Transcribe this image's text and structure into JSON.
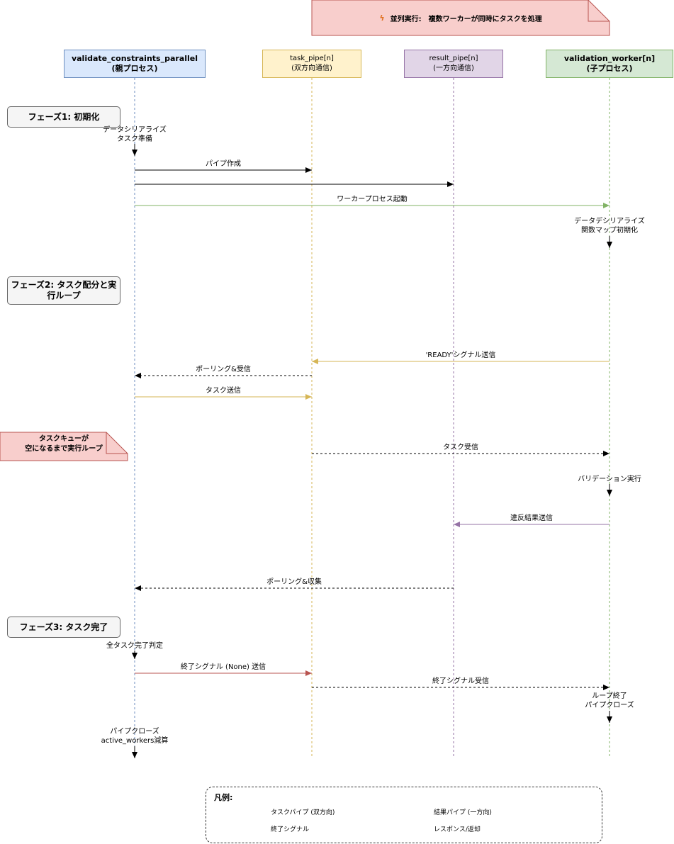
{
  "banner": {
    "icon": "lightning-icon",
    "text": "並列実行:　複数ワーカーが同時にタスクを処理"
  },
  "lifelines": [
    {
      "line1": "validate_constraints_parallel",
      "line2": "(親プロセス)",
      "bold": true,
      "fill": "#dae8fc",
      "stroke": "#6c8ebf"
    },
    {
      "line1": "task_pipe[n]",
      "line2": "(双方向通信)",
      "bold": false,
      "fill": "#fff2cc",
      "stroke": "#d6b656"
    },
    {
      "line1": "result_pipe[n]",
      "line2": "(一方向通信)",
      "bold": false,
      "fill": "#e1d5e7",
      "stroke": "#9673a6"
    },
    {
      "line1": "validation_worker[n]",
      "line2": "(子プロセス)",
      "bold": true,
      "fill": "#d5e8d4",
      "stroke": "#82b366"
    }
  ],
  "phases": [
    {
      "text": "フェーズ1: 初期化"
    },
    {
      "text": "フェーズ2: タスク配分と実行ループ"
    },
    {
      "text": "フェーズ3: タスク完了"
    }
  ],
  "self_labels": [
    {
      "lines": [
        "データシリアライズ",
        "タスク準備"
      ]
    },
    {
      "lines": [
        "データデシリアライズ",
        "関数マップ初期化"
      ]
    },
    {
      "lines": [
        "バリデーション実行"
      ]
    },
    {
      "lines": [
        "全タスク完了判定"
      ]
    },
    {
      "lines": [
        "ループ終了",
        "パイプクローズ"
      ]
    },
    {
      "lines": [
        "パイプクローズ",
        "active_workers減算"
      ]
    }
  ],
  "messages": [
    {
      "label": "パイプ作成"
    },
    {
      "label": ""
    },
    {
      "label": "ワーカープロセス起動"
    },
    {
      "label": "'READY'シグナル送信"
    },
    {
      "label": "ポーリング&受信"
    },
    {
      "label": "タスク送信"
    },
    {
      "label": "タスク受信"
    },
    {
      "label": "違反結果送信"
    },
    {
      "label": "ポーリング&収集"
    },
    {
      "label": "終了シグナル (None) 送信"
    },
    {
      "label": "終了シグナル受信"
    }
  ],
  "loop_note": {
    "lines": [
      "タスクキューが",
      "空になるまで実行ループ"
    ]
  },
  "legend": {
    "title": "凡例:",
    "items": [
      {
        "label": "タスクパイプ (双方向)",
        "color": "#d6b656",
        "style": "solid"
      },
      {
        "label": "結果パイプ (一方向)",
        "color": "#9673a6",
        "style": "solid"
      },
      {
        "label": "終了シグナル",
        "color": "#b85450",
        "style": "solid"
      },
      {
        "label": "レスポンス/返却",
        "color": "#000000",
        "style": "dashed"
      }
    ]
  },
  "colors": {
    "task_pipe": "#d6b656",
    "result_pipe": "#9673a6",
    "worker": "#82b366",
    "terminate": "#b85450",
    "parent": "#6c8ebf"
  }
}
